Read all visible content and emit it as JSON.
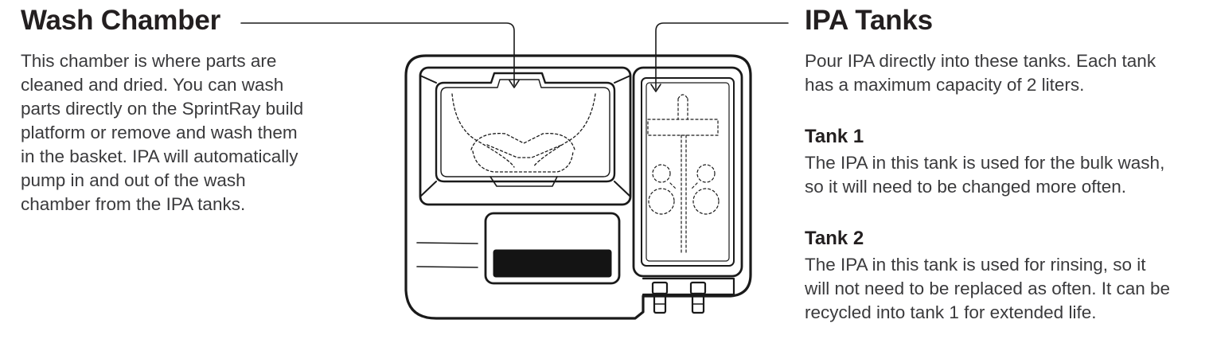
{
  "wash_chamber": {
    "title": "Wash Chamber",
    "lines": [
      "This chamber is where parts are",
      "cleaned and dried. You can wash",
      "parts directly on the SprintRay build",
      "platform or remove and wash them",
      "in the basket. IPA will automatically",
      "pump in and out of the wash",
      "chamber from the IPA tanks."
    ]
  },
  "ipa_tanks": {
    "title": "IPA Tanks",
    "lines": [
      "Pour IPA directly into these tanks. Each tank",
      "has a maximum capacity of 2 liters."
    ],
    "tank1": {
      "title": "Tank 1",
      "lines": [
        "The IPA in this tank is used for the bulk wash,",
        "so it will need to be changed more often."
      ]
    },
    "tank2": {
      "title": "Tank 2",
      "lines": [
        "The IPA in this tank is used for rinsing, so it",
        "will not need to be replaced as often. It can be",
        "recycled into tank 1 for extended life."
      ]
    }
  },
  "colors": {
    "text": "#231f20",
    "body_text": "#3a3a3c",
    "line": "#1a1a1a",
    "display_panel": "#141414"
  }
}
